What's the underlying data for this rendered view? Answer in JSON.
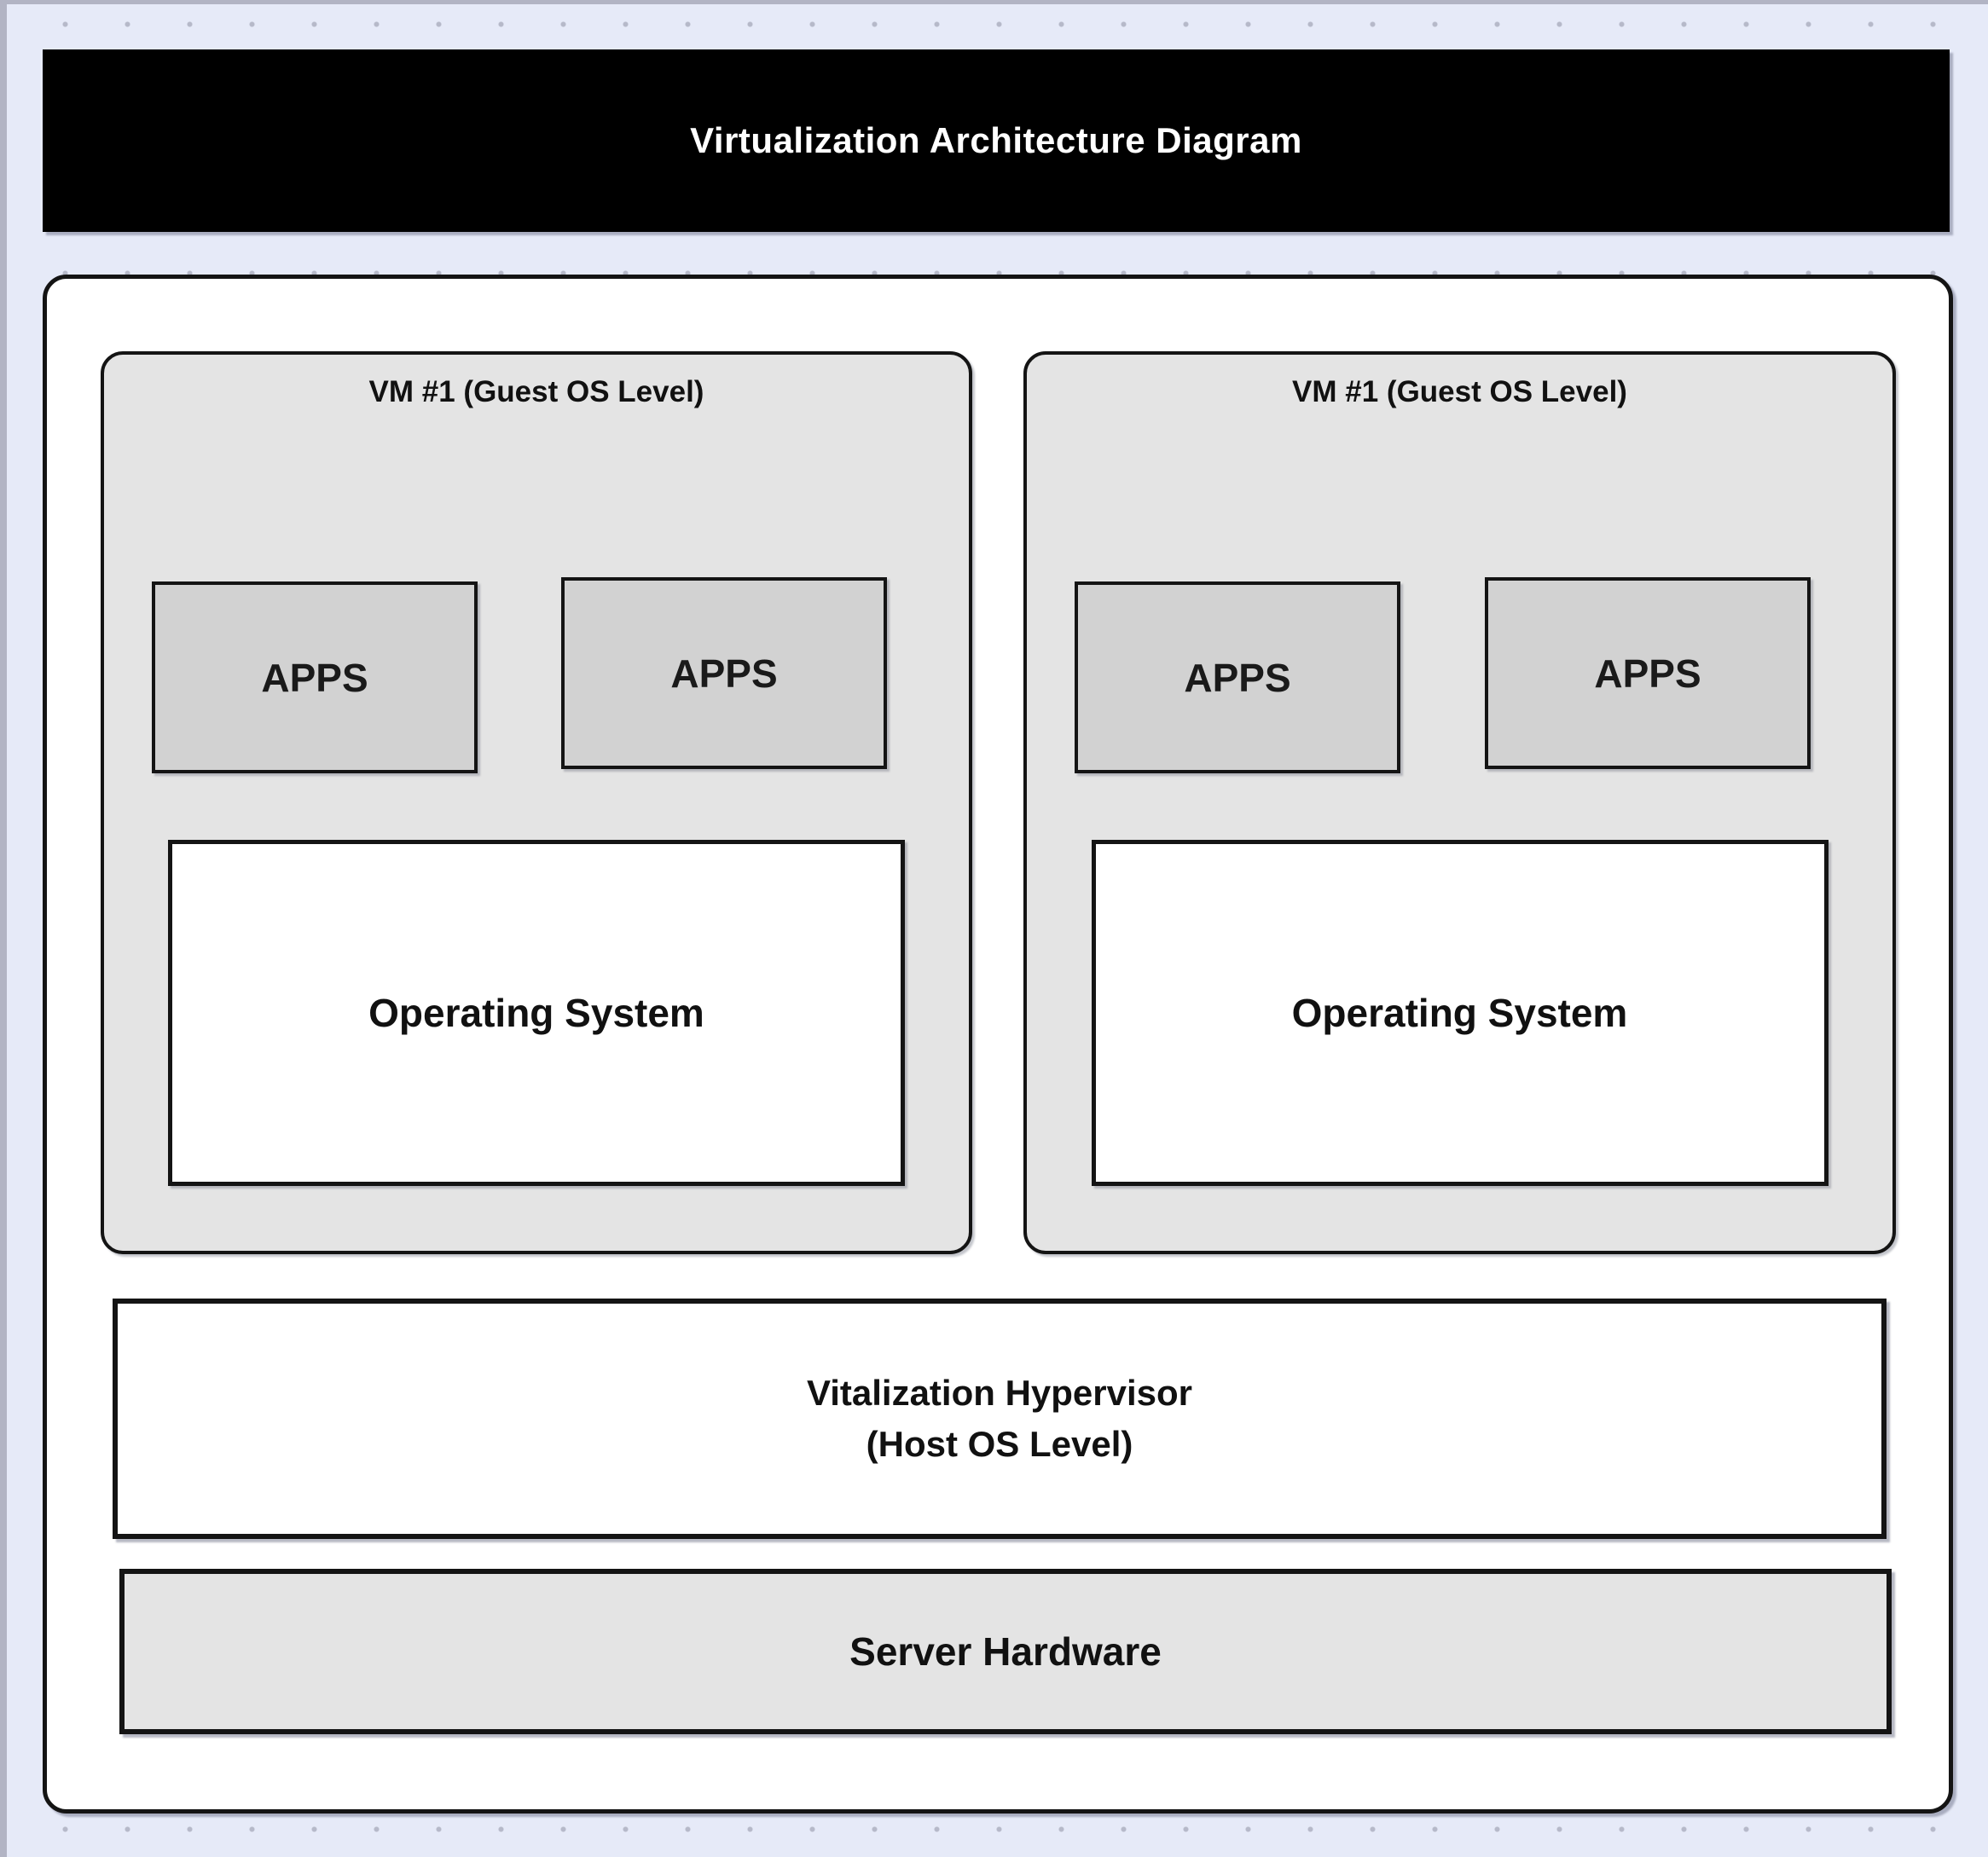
{
  "header": {
    "title": "Virtualization Architecture Diagram"
  },
  "diagram": {
    "vms": [
      {
        "label": "VM #1 (Guest OS Level)",
        "apps": [
          "APPS",
          "APPS"
        ],
        "os_label": "Operating System"
      },
      {
        "label": "VM #1 (Guest OS Level)",
        "apps": [
          "APPS",
          "APPS"
        ],
        "os_label": "Operating System"
      }
    ],
    "hypervisor": {
      "line1": "Vitalization Hypervisor",
      "line2": "(Host OS Level)"
    },
    "hardware": {
      "label": "Server Hardware"
    }
  },
  "colors": {
    "canvas_background": "#e6eaf8",
    "canvas_dot": "#b6b9c9",
    "canvas_edge": "#b2b4c4",
    "title_bar_background": "#000000",
    "title_text": "#ffffff",
    "container_background": "#ffffff",
    "vm_background": "#e4e4e4",
    "apps_background": "#d2d2d2",
    "os_background": "#ffffff",
    "hardware_background": "#e4e4e4",
    "box_border": "#141414",
    "body_text": "#111111"
  }
}
